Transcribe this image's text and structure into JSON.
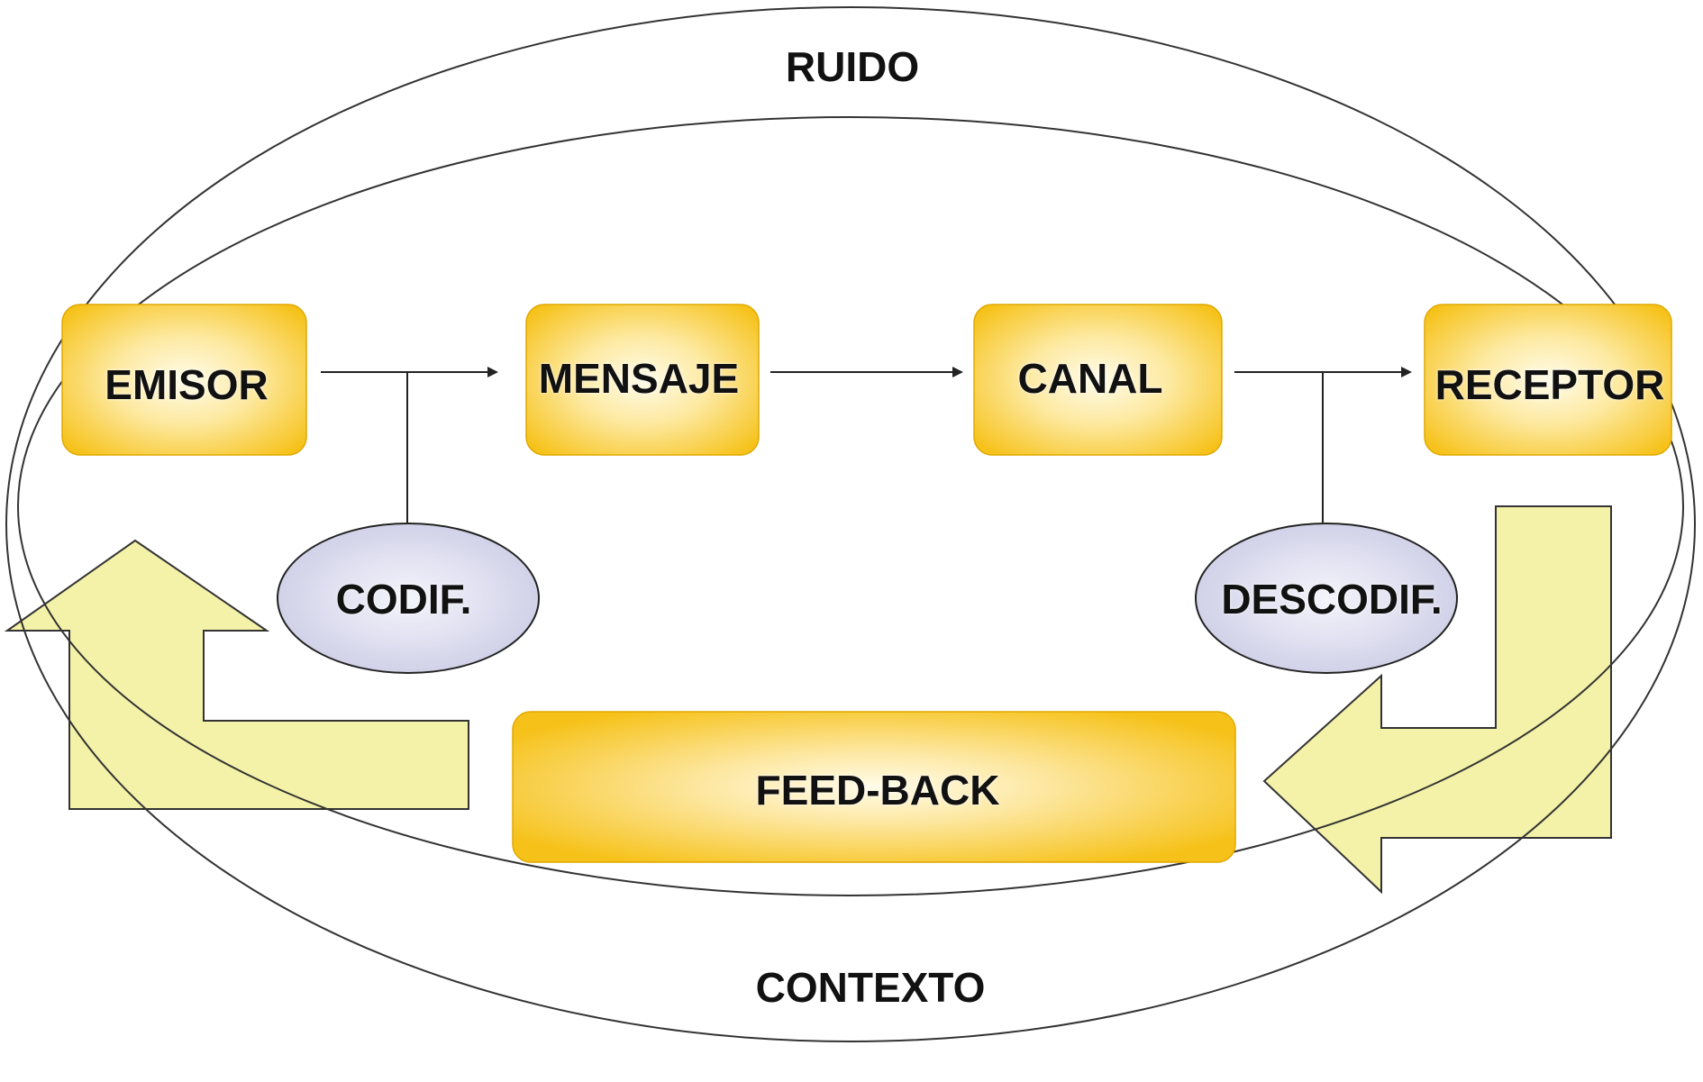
{
  "diagram": {
    "outer_label_top": "RUIDO",
    "outer_label_bottom": "CONTEXTO",
    "nodes": {
      "emisor": "EMISOR",
      "mensaje": "MENSAJE",
      "canal": "CANAL",
      "receptor": "RECEPTOR"
    },
    "processes": {
      "codif": "CODIF.",
      "descodif": "DESCODIF."
    },
    "feedback": "FEED-BACK"
  },
  "colors": {
    "box_edge": "#f6c21a",
    "box_center": "#fffbe6",
    "ellipse_fill": "#d6d6ec",
    "ellipse_edge": "#d9d9ee",
    "arrow_fill": "#f3f2a8",
    "line": "#222222"
  }
}
